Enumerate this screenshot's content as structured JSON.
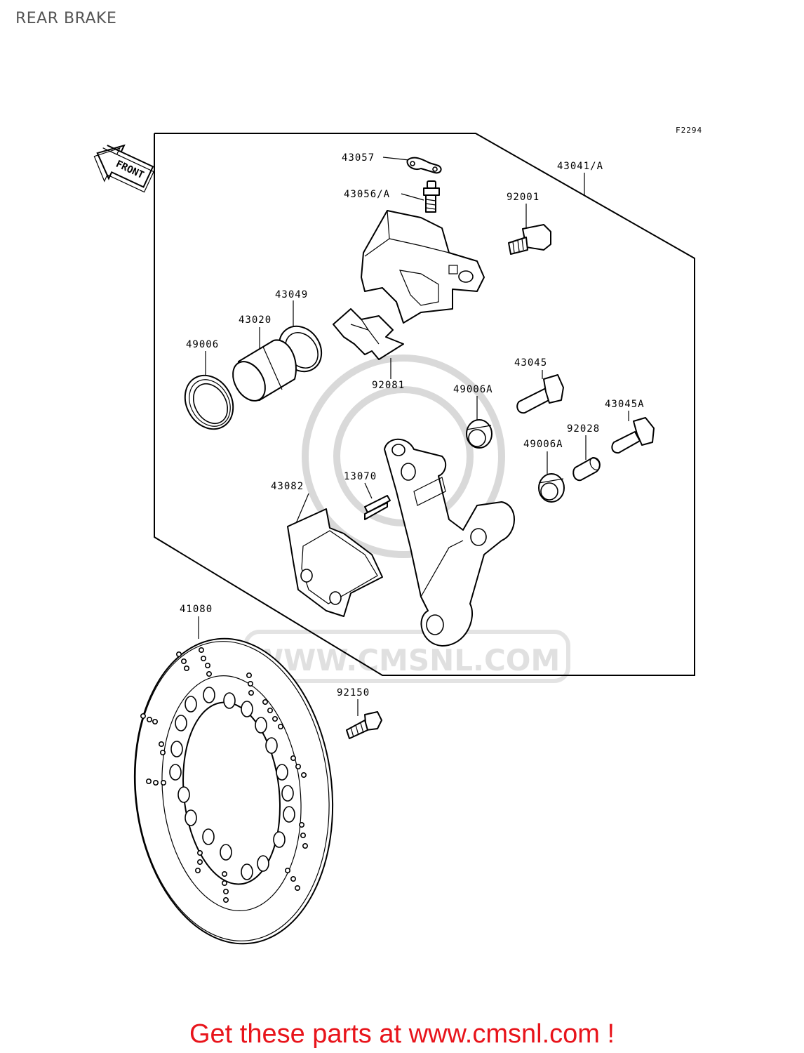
{
  "page_title": "REAR BRAKE",
  "figure_code": "F2294",
  "front_marker": "FRONT",
  "watermark": "WWW.CMSNL.COM",
  "call_to_action": "Get these parts at www.cmsnl.com !",
  "colors": {
    "cta": "#e8141b",
    "title": "#555555",
    "watermark": "#d9d9d9"
  },
  "parts": {
    "p43057": "43057",
    "p43041": "43041/A",
    "p43056": "43056/A",
    "p92001": "92001",
    "p43049": "43049",
    "p43020": "43020",
    "p49006": "49006",
    "p92081": "92081",
    "p43045": "43045",
    "p49006a1": "49006A",
    "p43045a": "43045A",
    "p92028": "92028",
    "p49006a2": "49006A",
    "p13070": "13070",
    "p43082": "43082",
    "p41080": "41080",
    "p92150": "92150"
  }
}
